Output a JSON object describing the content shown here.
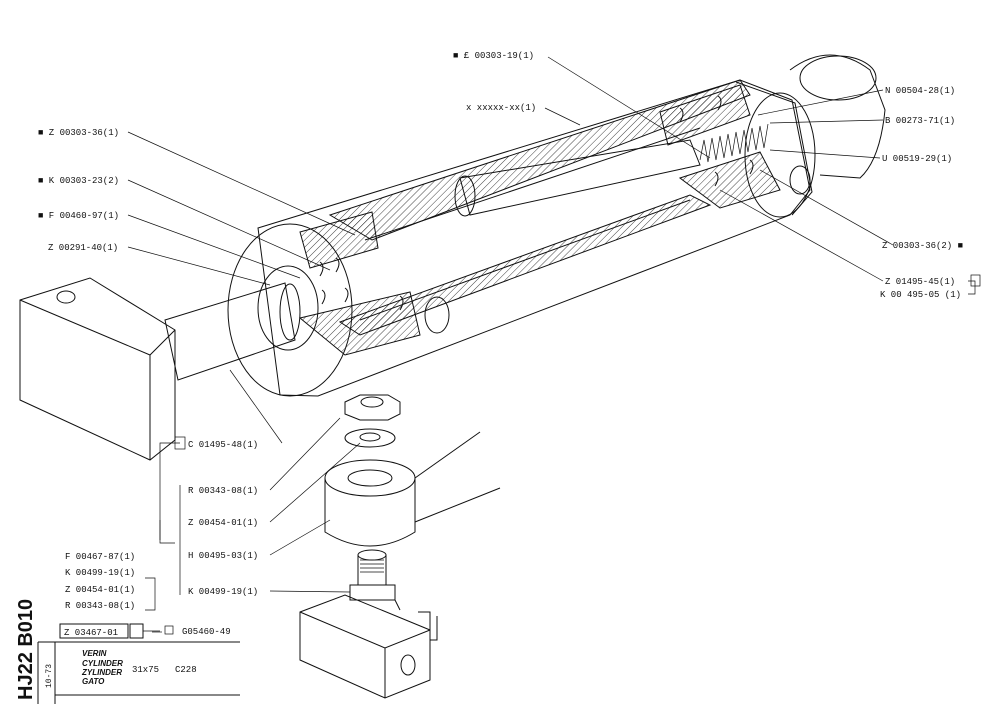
{
  "parts": {
    "p01": "■ £ 00303-19(1)",
    "p02": "x xxxxx-xx(1)",
    "p03": "■ Z 00303-36(1)",
    "p04": "■ K 00303-23(2)",
    "p05": "■ F 00460-97(1)",
    "p06": "Z 00291-40(1)",
    "p07": "N 00504-28(1)",
    "p08": "B 00273-71(1)",
    "p09": "U 00519-29(1)",
    "p10": "Z 00303-36(2) ■",
    "p11": "Z 01495-45(1)",
    "p12": "K 00 495-05 (1)",
    "p13": "C 01495-48(1)",
    "p14": "R 00343-08(1)",
    "p15": "Z 00454-01(1)",
    "p16": "H 00495-03(1)",
    "p17": "K 00499-19(1)"
  },
  "kit_list": [
    "F 00467-87(1)",
    "K 00499-19(1)",
    "Z 00454-01(1)",
    "R 00343-08(1)"
  ],
  "kit_code": "Z 03467-01",
  "kit_ref": "G05460-49",
  "title_block": {
    "code": "HJ22 B010",
    "date": "10-73",
    "names": [
      "VERIN",
      "CYLINDER",
      "ZYLINDER",
      "GATO"
    ],
    "size": "31x75",
    "model": "C228"
  }
}
